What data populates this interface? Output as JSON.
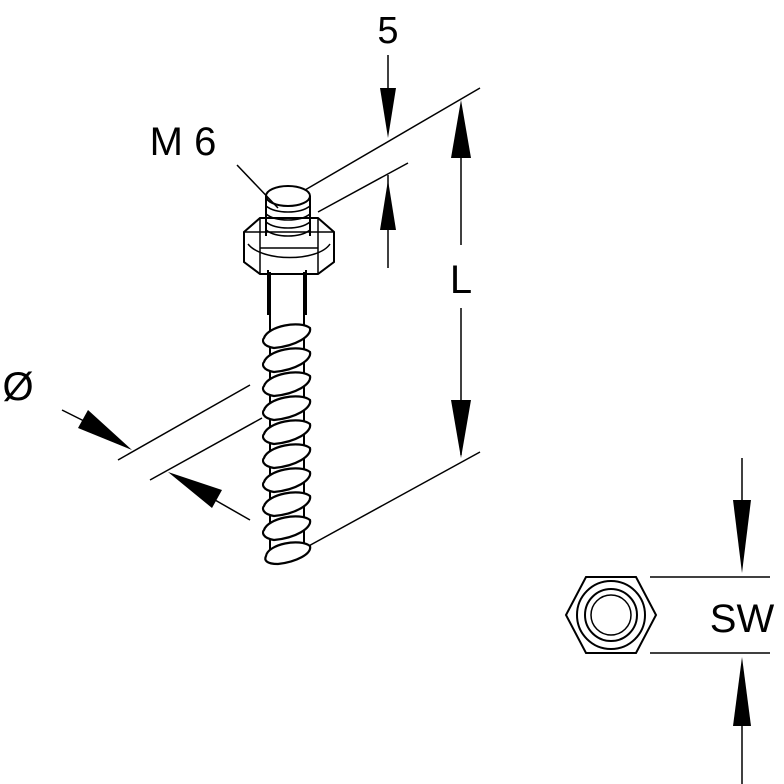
{
  "labels": {
    "dim_5": "5",
    "thread": "M 6",
    "length": "L",
    "diameter": "Ø",
    "wrench_size": "SW"
  }
}
